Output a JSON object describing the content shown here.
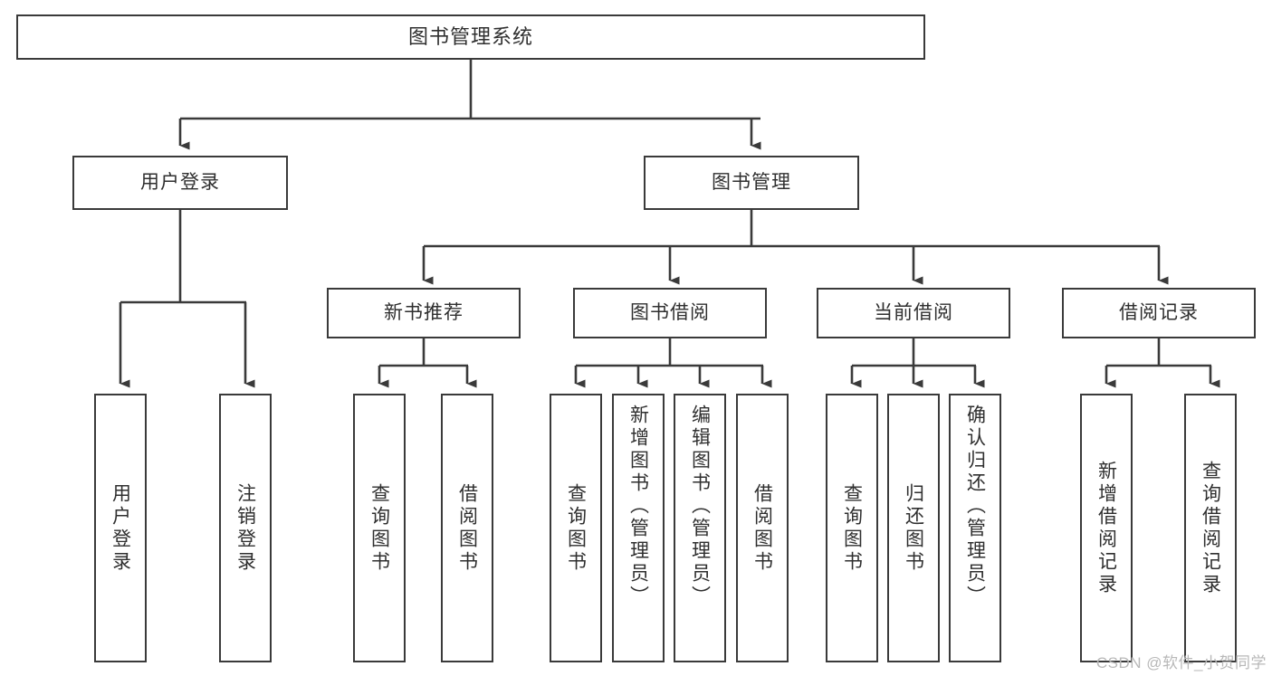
{
  "diagram": {
    "title": "图书管理系统",
    "type": "tree",
    "orientation": "top-down",
    "colors": {
      "box_border": "#3a3a3a",
      "box_fill": "#ffffff",
      "text": "#2f2f2f",
      "connector": "#3a3a3a",
      "background": "#ffffff",
      "watermark": "#b8b8b8"
    },
    "root": {
      "label": "图书管理系统"
    },
    "level1": [
      {
        "id": "user-login",
        "label": "用户登录"
      },
      {
        "id": "book-management",
        "label": "图书管理"
      }
    ],
    "level2": [
      {
        "id": "new-book-recommend",
        "label": "新书推荐"
      },
      {
        "id": "book-borrow",
        "label": "图书借阅"
      },
      {
        "id": "current-borrow",
        "label": "当前借阅"
      },
      {
        "id": "borrow-record",
        "label": "借阅记录"
      }
    ],
    "leaves": {
      "user_login": [
        {
          "id": "leaf-user-login",
          "label": "用户登录"
        },
        {
          "id": "leaf-logout-login",
          "label": "注销登录"
        }
      ],
      "new_book_recommend": [
        {
          "id": "leaf-query-book-1",
          "label": "查询图书"
        },
        {
          "id": "leaf-borrow-book-1",
          "label": "借阅图书"
        }
      ],
      "book_borrow": [
        {
          "id": "leaf-query-book-2",
          "label": "查询图书"
        },
        {
          "id": "leaf-add-book",
          "label": "新增图书（管理员）"
        },
        {
          "id": "leaf-edit-book",
          "label": "编辑图书（管理员）"
        },
        {
          "id": "leaf-borrow-book-2",
          "label": "借阅图书"
        }
      ],
      "current_borrow": [
        {
          "id": "leaf-query-book-3",
          "label": "查询图书"
        },
        {
          "id": "leaf-return-book",
          "label": "归还图书"
        },
        {
          "id": "leaf-confirm-return",
          "label": "确认归还（管理员）"
        }
      ],
      "borrow_record": [
        {
          "id": "leaf-add-borrow-record",
          "label": "新增借阅记录"
        },
        {
          "id": "leaf-query-borrow-record",
          "label": "查询借阅记录"
        }
      ]
    }
  },
  "watermark": {
    "text": "CSDN @软件_小贺同学"
  }
}
